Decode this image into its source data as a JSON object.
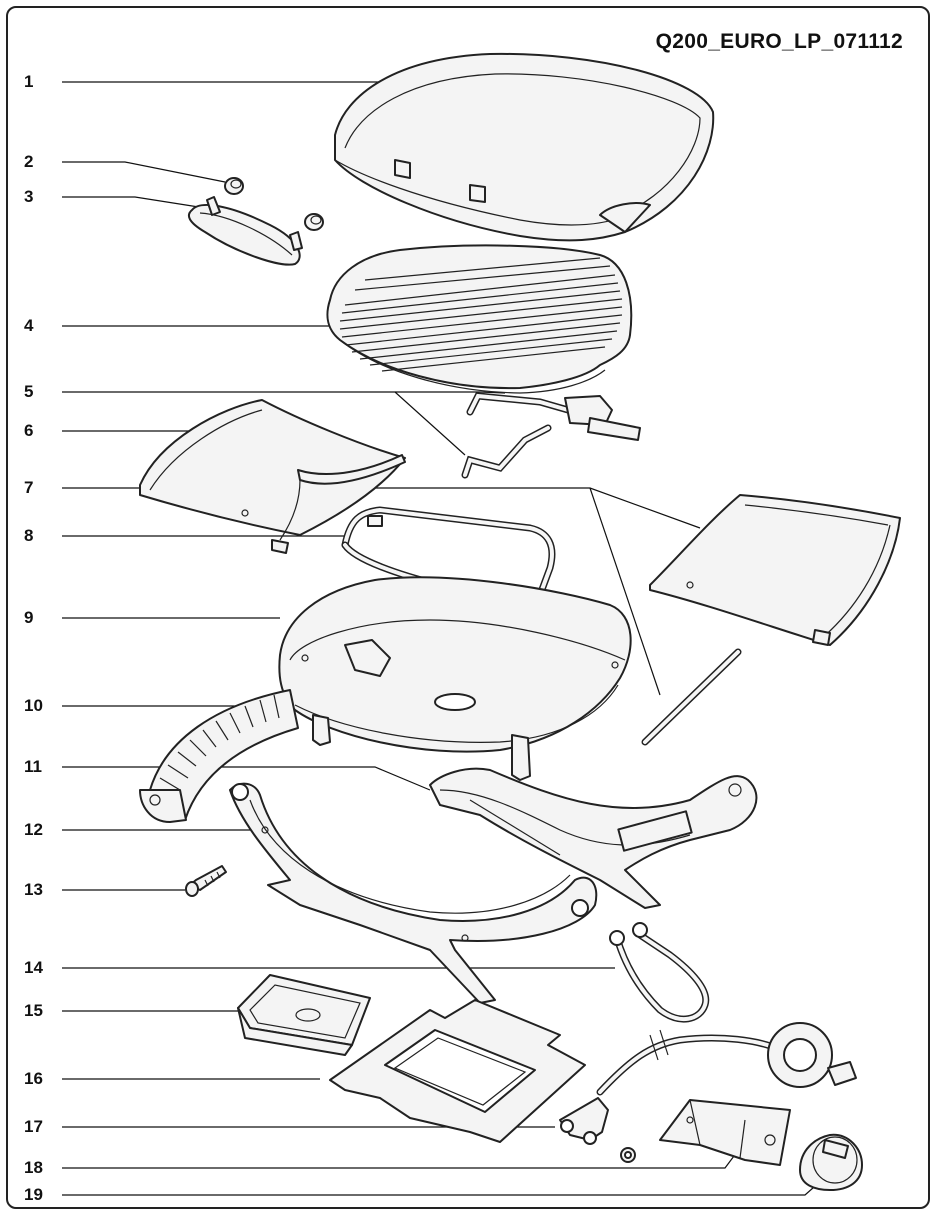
{
  "diagram": {
    "code": "Q200_EURO_LP_071112",
    "callouts": [
      {
        "label": "1"
      },
      {
        "label": "2"
      },
      {
        "label": "3"
      },
      {
        "label": "4"
      },
      {
        "label": "5"
      },
      {
        "label": "6"
      },
      {
        "label": "7"
      },
      {
        "label": "8"
      },
      {
        "label": "9"
      },
      {
        "label": "10"
      },
      {
        "label": "11"
      },
      {
        "label": "12"
      },
      {
        "label": "13"
      },
      {
        "label": "14"
      },
      {
        "label": "15"
      },
      {
        "label": "16"
      },
      {
        "label": "17"
      },
      {
        "label": "18"
      },
      {
        "label": "19"
      }
    ]
  }
}
